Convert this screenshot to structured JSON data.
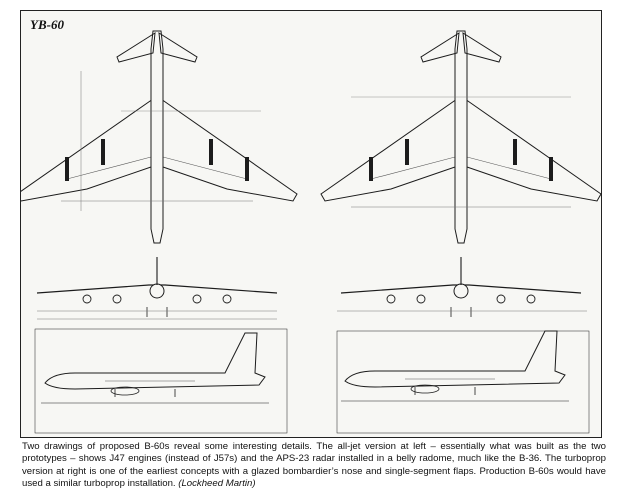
{
  "figure": {
    "label": "YB-60"
  },
  "caption": {
    "text": "Two drawings of proposed B-60s reveal some interesting details. The all-jet version at left – essentially what was built as the two prototypes – shows J47 engines (instead of J57s) and the APS-23 radar installed in a belly radome, much like the B-36. The turboprop version at right is one of the earliest concepts with a glazed bombardier’s nose and single-segment flaps. Production B-60s would have used a similar turboprop installation.",
    "credit": "(Lockheed Martin)"
  },
  "colors": {
    "ink": "#1c1c1c",
    "paper": "#f7f7f4",
    "dimension": "#555555"
  }
}
